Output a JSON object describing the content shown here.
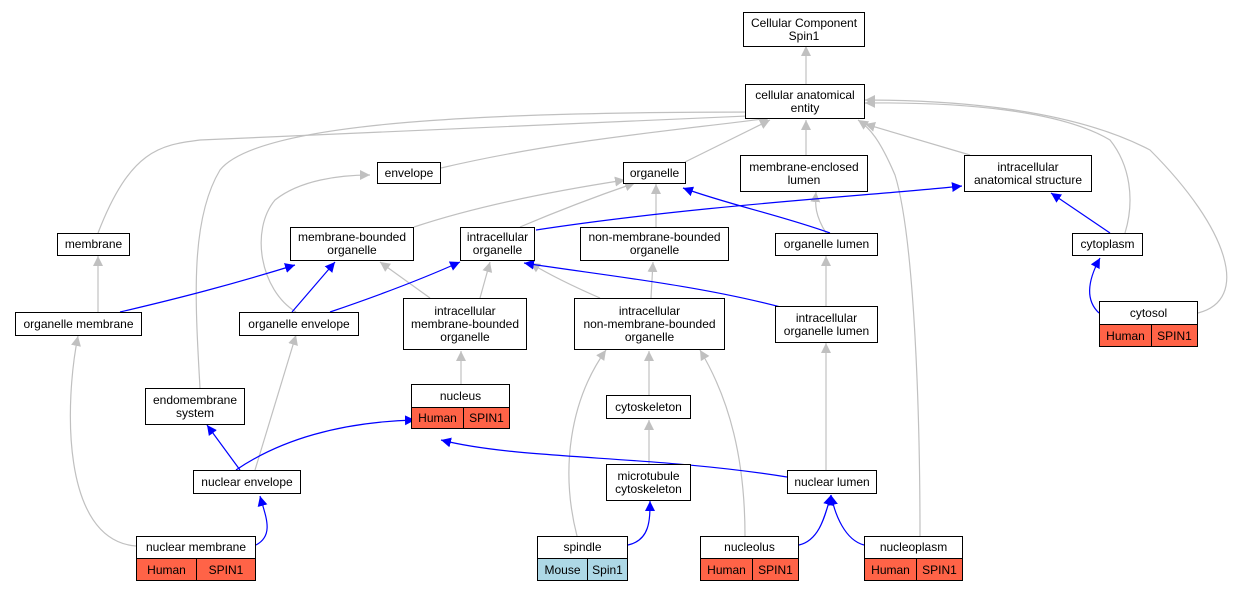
{
  "colors": {
    "is_a_edge": "#c0c0c0",
    "part_of_edge": "#0000ff",
    "human_annotation": "#ff6347",
    "mouse_annotation": "#add8e6"
  },
  "nodes": {
    "root": "Cellular Component\nSpin1",
    "cae": "cellular anatomical\nentity",
    "envelope": "envelope",
    "organelle": "organelle",
    "mel": "membrane-enclosed\nlumen",
    "ias": "intracellular\nanatomical structure",
    "membrane": "membrane",
    "mbo": "membrane-bounded\norganelle",
    "io": "intracellular\norganelle",
    "nmbo": "non-membrane-bounded\norganelle",
    "ol": "organelle lumen",
    "cytoplasm": "cytoplasm",
    "om": "organelle membrane",
    "oe": "organelle envelope",
    "imbo": "intracellular\nmembrane-bounded\norganelle",
    "inmbo": "intracellular\nnon-membrane-bounded\norganelle",
    "iol": "intracellular\norganelle lumen",
    "cytosol": "cytosol",
    "es": "endomembrane\nsystem",
    "nucleus": "nucleus",
    "cytoskeleton": "cytoskeleton",
    "ne": "nuclear envelope",
    "mtc": "microtubule\ncytoskeleton",
    "nl": "nuclear lumen",
    "nm": "nuclear membrane",
    "spindle": "spindle",
    "nucleolus": "nucleolus",
    "nucleoplasm": "nucleoplasm"
  },
  "annotations": {
    "cytosol": {
      "species": "Human",
      "gene": "SPIN1"
    },
    "nucleus": {
      "species": "Human",
      "gene": "SPIN1"
    },
    "nm": {
      "species": "Human",
      "gene": "SPIN1"
    },
    "spindle": {
      "species": "Mouse",
      "gene": "Spin1"
    },
    "nucleolus": {
      "species": "Human",
      "gene": "SPIN1"
    },
    "nucleoplasm": {
      "species": "Human",
      "gene": "SPIN1"
    }
  }
}
